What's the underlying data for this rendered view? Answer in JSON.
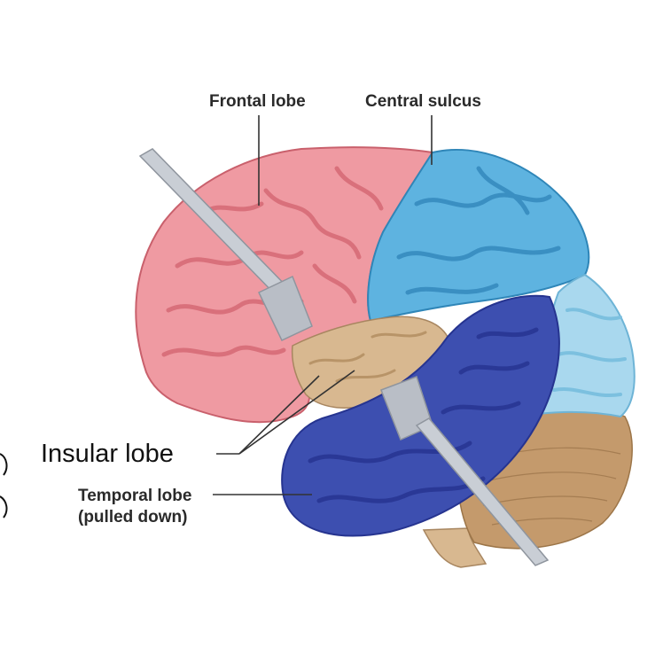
{
  "labels": {
    "frontal": "Frontal lobe",
    "central": "Central sulcus",
    "insular": "Insular lobe",
    "temporal_line1": "Temporal lobe",
    "temporal_line2": "(pulled down)"
  },
  "colors": {
    "frontal": "#ef9aa2",
    "frontal_dark": "#d9707b",
    "parietal": "#5eb3e0",
    "occipital": "#a9d8ee",
    "temporal": "#3d4fb0",
    "temporal_dark": "#263490",
    "insula": "#d8b890",
    "cerebellum": "#c49a6c",
    "retractor": "#b9bec6"
  }
}
